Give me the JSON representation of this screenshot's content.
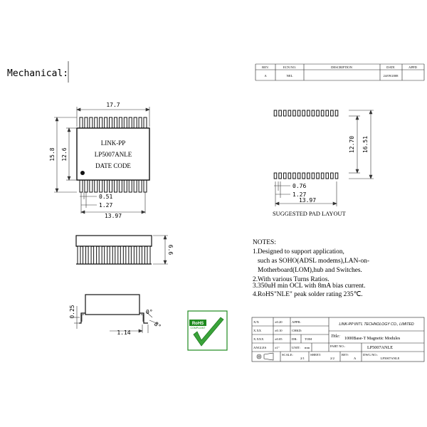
{
  "section_label": "Mechanical:",
  "revision_table": {
    "headers": [
      "REV.",
      "ECN NO.",
      "DESCRIPTION",
      "DATE",
      "APPD"
    ],
    "rows": [
      [
        "A",
        "NEL",
        "",
        "24/09/2008",
        ""
      ]
    ]
  },
  "top_view": {
    "chip_lines": [
      "LINK-PP",
      "LP5007ANLE",
      "DATE CODE"
    ],
    "dims": {
      "width": "17.7",
      "height_total": "15.8",
      "height_body": "12.6",
      "pin_width": "0.51",
      "pin_pitch": "1.27",
      "pin_span": "13.97"
    }
  },
  "side_view": {
    "height": "6.6"
  },
  "profile_view": {
    "standoff": "0.25",
    "foot": "1.14",
    "angle_a": "0°",
    "angle_b": "8°"
  },
  "pad_layout": {
    "title": "SUGGESTED PAD LAYOUT",
    "dims": {
      "pad_width": "0.76",
      "pad_pitch": "1.27",
      "pad_span": "13.97",
      "inner": "12.70",
      "outer": "16.51"
    }
  },
  "notes": {
    "heading": "NOTES:",
    "lines": [
      "1.Designed to support application,",
      "   such as SOHO(ADSL modems),LAN-on-",
      "   Motherboard(LOM),hub and Switches.",
      "2.With various Turns Ratios.",
      "3.350uH min OCL with 8mA bias current.",
      "4.RoHS\"NLE\" peak solder rating 235℃."
    ]
  },
  "rohs_logo": {
    "text": "RoHS",
    "subtext": "COMPLIANT"
  },
  "title_block": {
    "tolerances": [
      [
        "X/X",
        "±0.20"
      ],
      [
        "X.XX",
        "±0.10"
      ],
      [
        "X.XXX",
        "±0.05"
      ],
      [
        "ANGLES",
        "±1°"
      ]
    ],
    "appr_label": "APPR:",
    "chkd_label": "CHKD:",
    "dr_label": "DR:",
    "dr_value": "TOM",
    "unit_label": "UNIT:",
    "unit_value": "mm",
    "company": "LINK-PP INT'L TECHNOLOGY CO., LIMITED",
    "title_label": "Title:",
    "title_value": "1000Base-T Magnetic Modules",
    "part_no_label": "PART NO.:",
    "part_no_value": "LP5007ANLE",
    "scale_label": "SCALE:",
    "scale_value": "2/1",
    "sheet_label": "SHEET:",
    "sheet_value": "2/2",
    "rev_label": "REV:",
    "rev_value": "A",
    "dwg_label": "DWG NO.:",
    "dwg_value": "LP5007ANLE"
  }
}
